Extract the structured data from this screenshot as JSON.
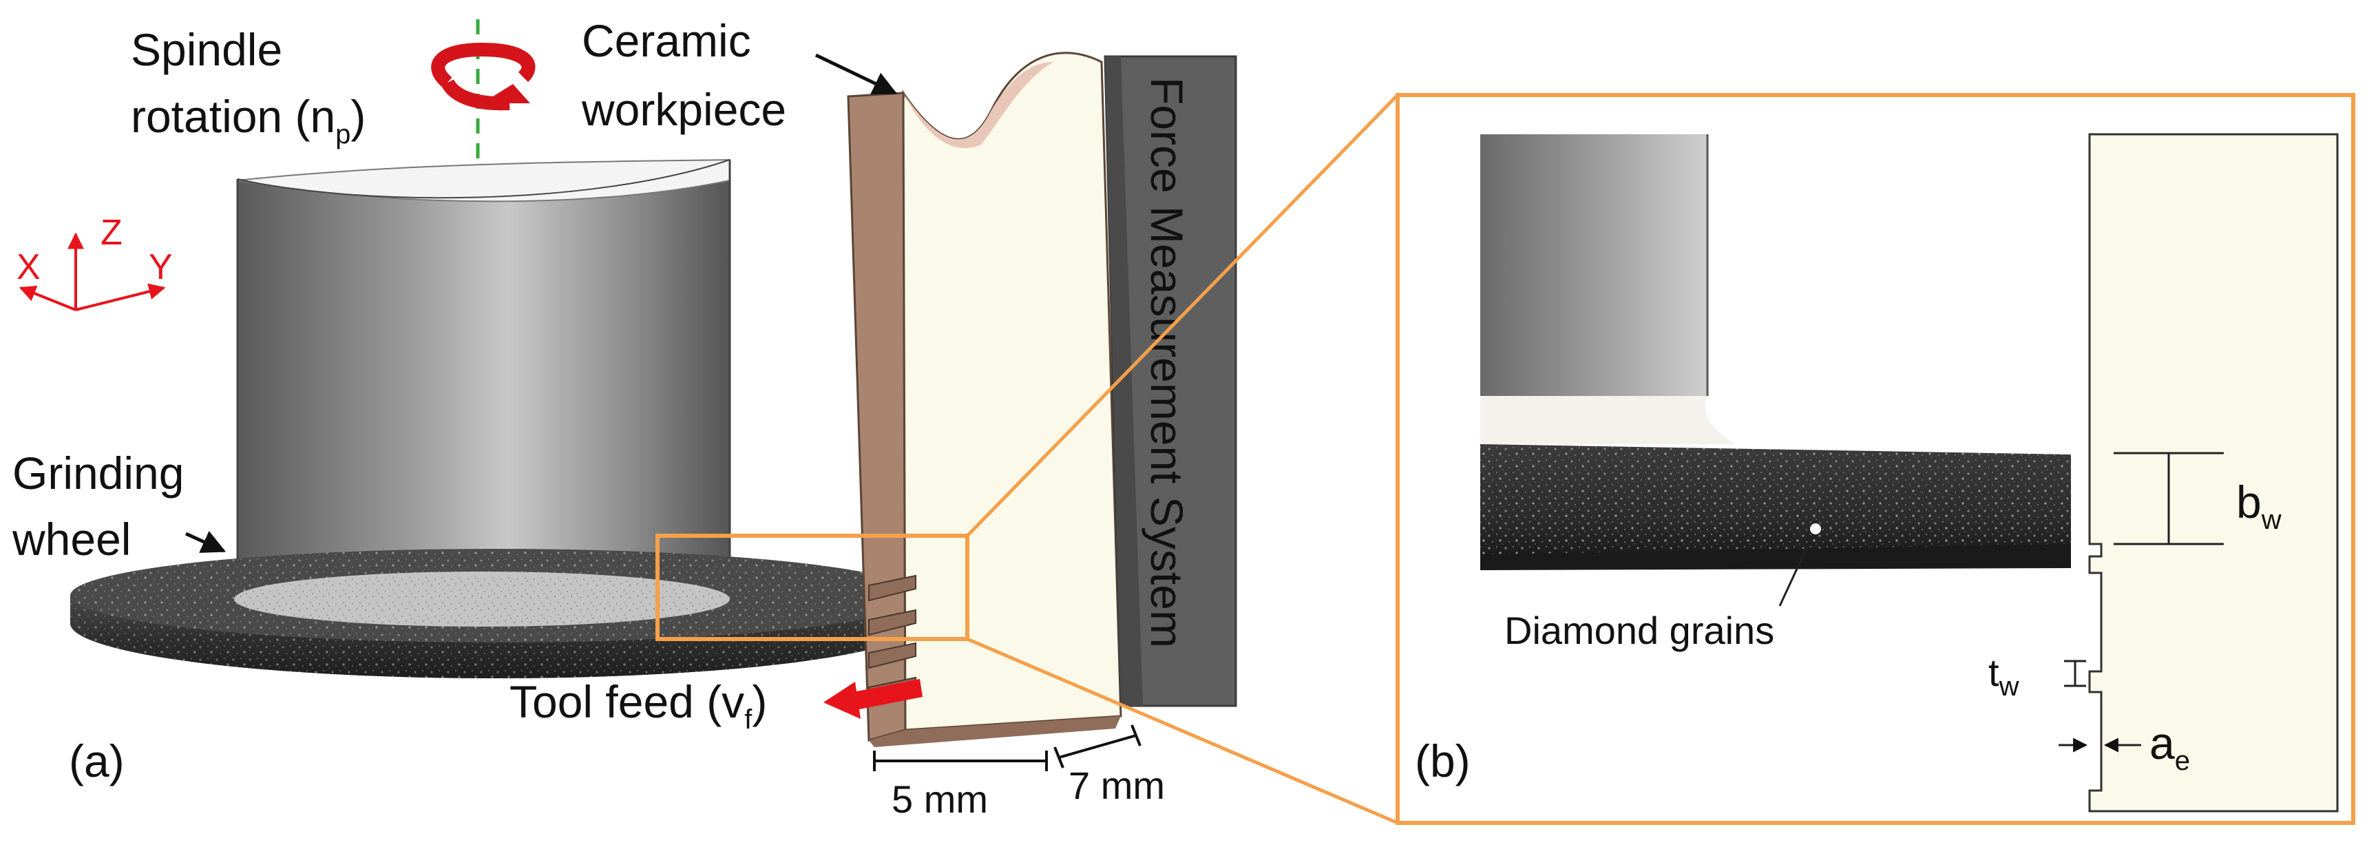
{
  "panel_a": {
    "label": "(a)",
    "spindle_line1": "Spindle",
    "spindle_line2": "rotation (n",
    "spindle_sub": "p",
    "spindle_close": ")",
    "ceramic_line1": "Ceramic",
    "ceramic_line2": "workpiece",
    "force_text": "Force Measurement  System",
    "grinding_line1": "Grinding",
    "grinding_line2": "wheel",
    "toolfeed_text": "Tool feed (v",
    "toolfeed_sub": "f",
    "toolfeed_close": ")",
    "dim_5": "5 mm",
    "dim_7": "7 mm",
    "axis_x": "X",
    "axis_y": "Y",
    "axis_z": "Z"
  },
  "panel_b": {
    "label": "(b)",
    "diamond": "Diamond grains",
    "bw": "b",
    "bw_sub": "w",
    "tw": "t",
    "tw_sub": "w",
    "ae": "a",
    "ae_sub": "e"
  },
  "colors": {
    "zoom_frame": "#F5A04A",
    "axis_red": "#E8141C",
    "wheel_dark": "#2a2a2a",
    "workpiece_face": "#FBF9E9",
    "workpiece_side": "#A98570",
    "force_block": "#5F5F5F"
  }
}
